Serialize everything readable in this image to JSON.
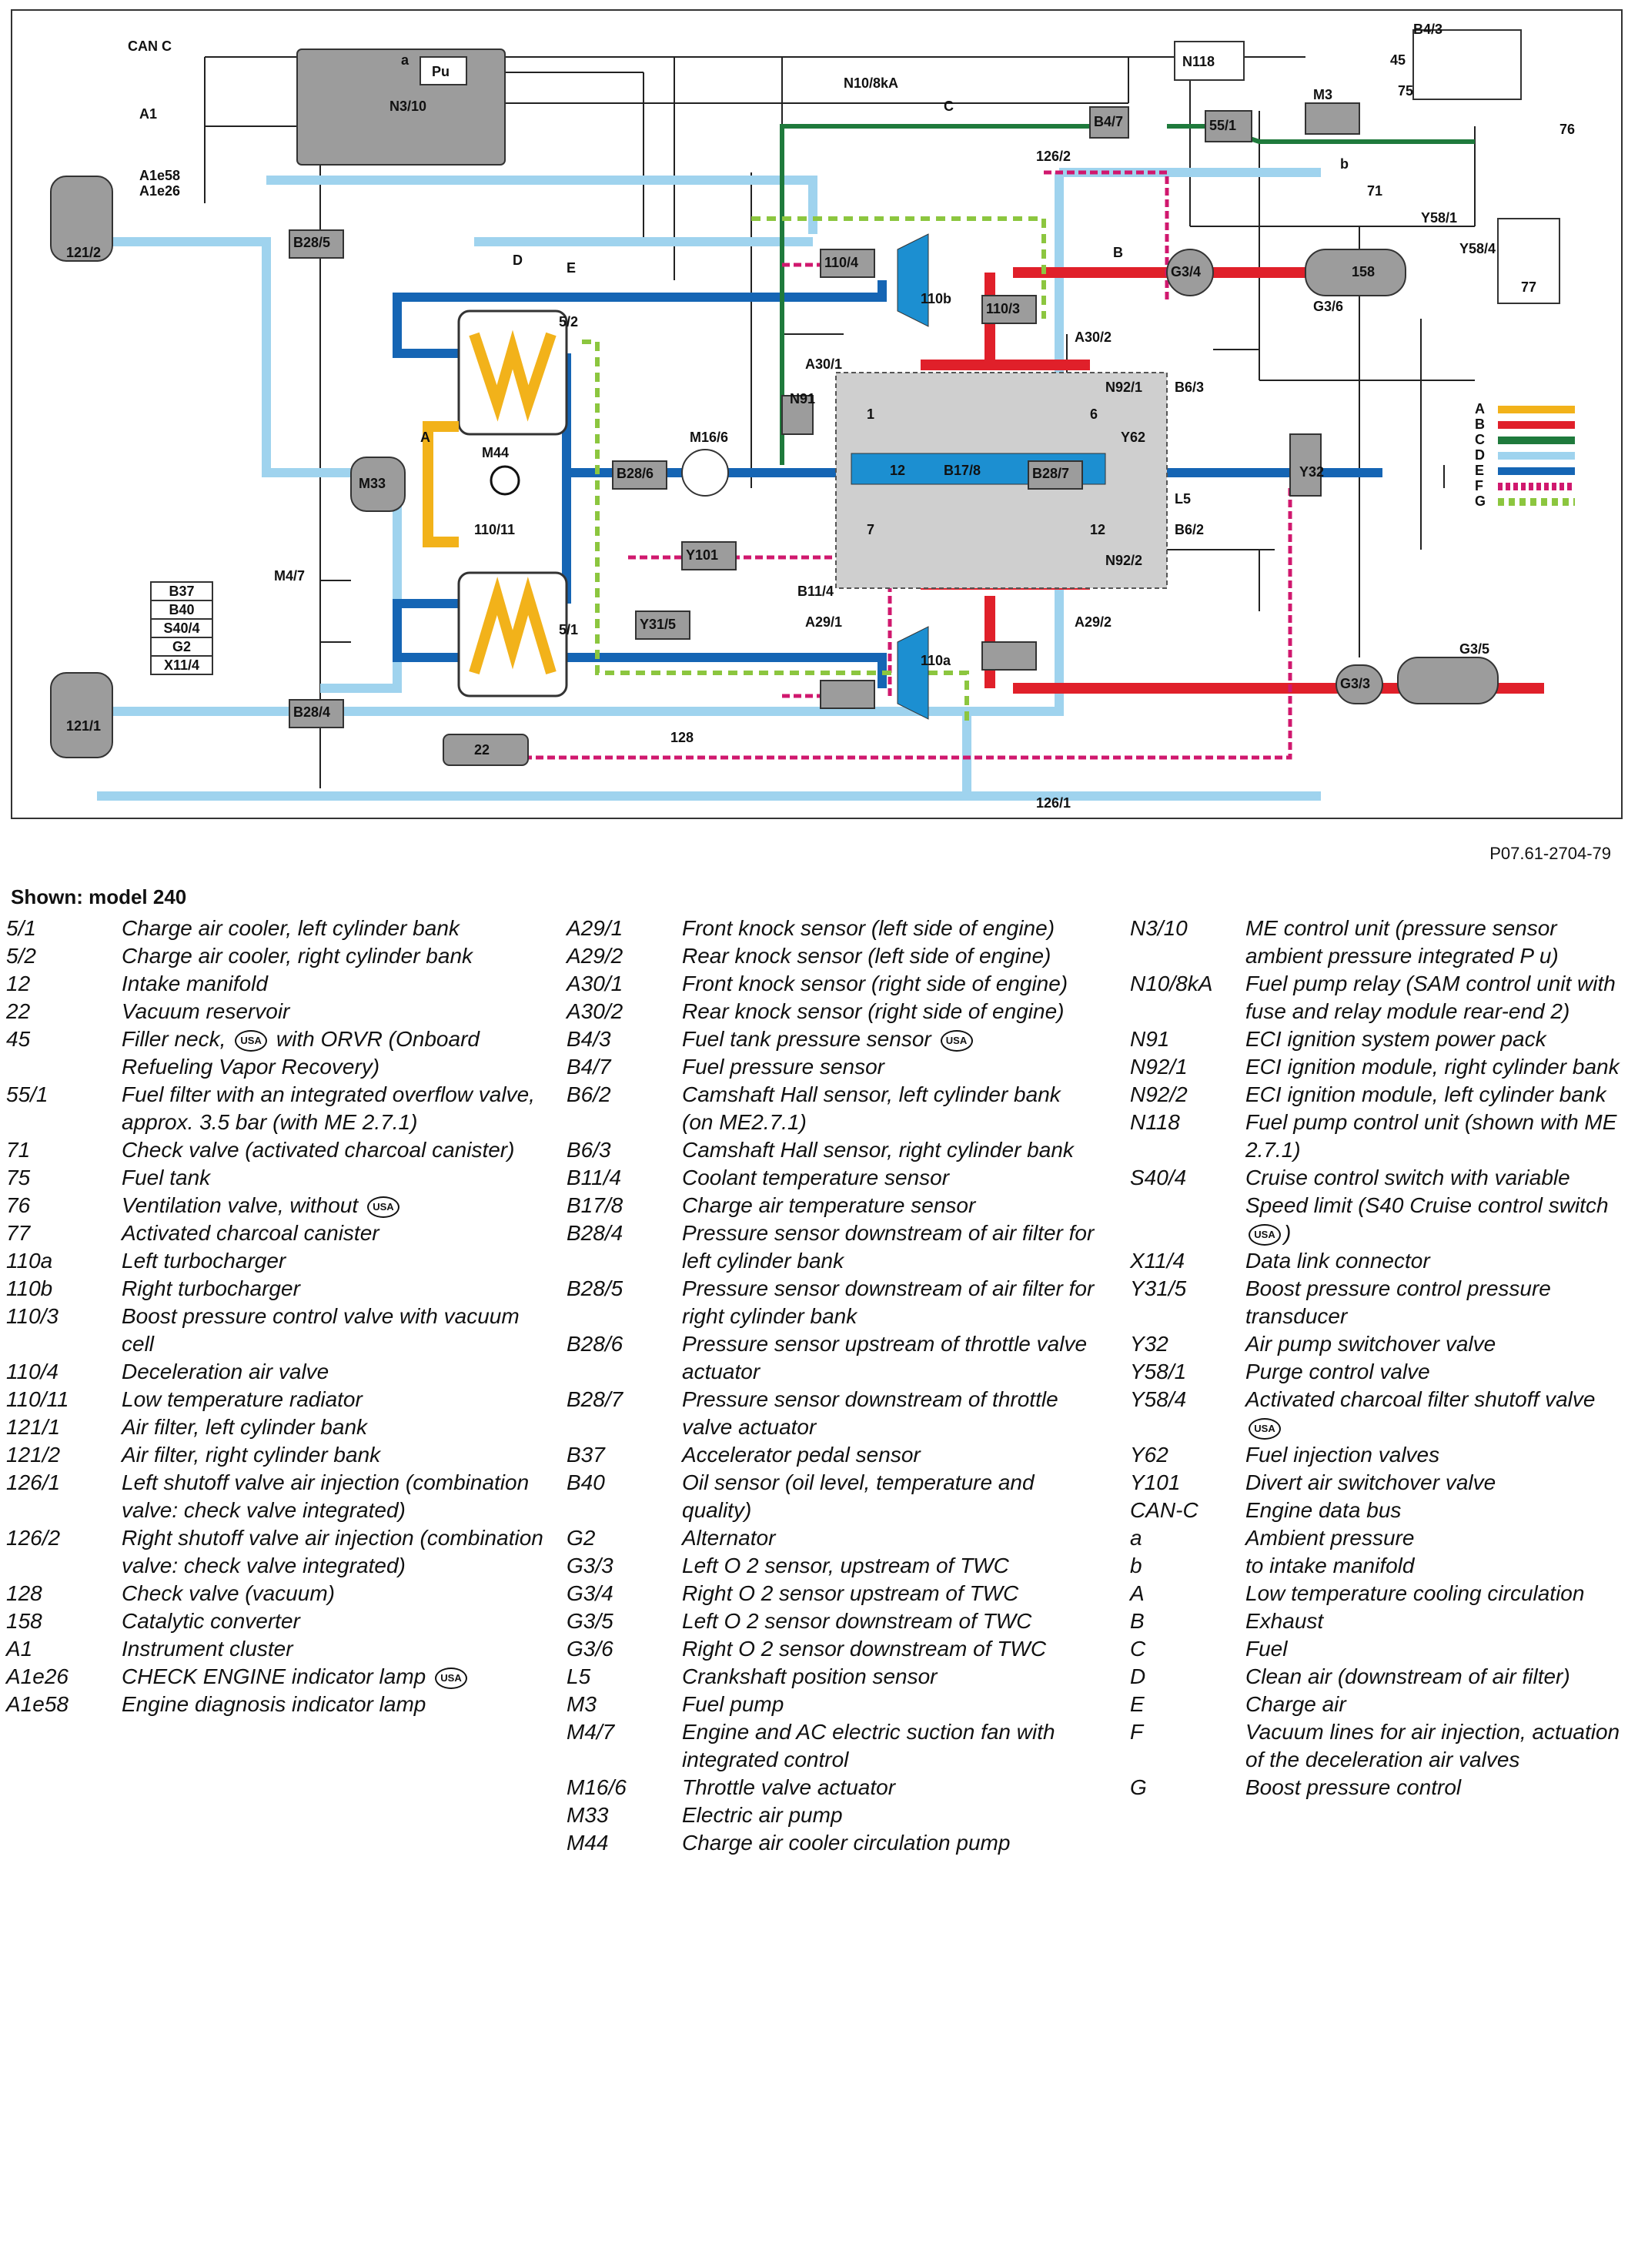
{
  "diagram": {
    "ref_code": "P07.61-2704-79",
    "legend_key": [
      {
        "letter": "A",
        "color": "#f2b21a",
        "dash": "none"
      },
      {
        "letter": "B",
        "color": "#e0202a",
        "dash": "none"
      },
      {
        "letter": "C",
        "color": "#1f7a3c",
        "dash": "none"
      },
      {
        "letter": "D",
        "color": "#9fd3ee",
        "dash": "none"
      },
      {
        "letter": "E",
        "color": "#1565b4",
        "dash": "none"
      },
      {
        "letter": "F",
        "color": "#d0186e",
        "dash": "6 4"
      },
      {
        "letter": "G",
        "color": "#8cc63f",
        "dash": "8 6"
      }
    ],
    "labels": {
      "can_c": "CAN C",
      "a1": "A1",
      "a1e58": "A1e58",
      "a1e26": "A1e26",
      "n3_10": "N3/10",
      "pu": "Pu",
      "a_small": "a",
      "b_small": "b",
      "n10_8ka": "N10/8kA",
      "n118": "N118",
      "b4_3": "B4/3",
      "n45": "45",
      "n75": "75",
      "n76": "76",
      "m3": "M3",
      "b4_7": "B4/7",
      "f55_1": "55/1",
      "c_flow": "C",
      "v126_2": "126/2",
      "v126_1": "126/1",
      "n71": "71",
      "y58_1": "Y58/1",
      "y58_4": "Y58/4",
      "n77": "77",
      "r121_2": "121/2",
      "r121_1": "121/1",
      "b28_5": "B28/5",
      "b28_4": "B28/4",
      "b28_6": "B28/6",
      "b28_7": "B28/7",
      "d_flow": "D",
      "e_flow": "E",
      "b_flow": "B",
      "a_flow": "A",
      "v110_4": "110/4",
      "t110b": "110b",
      "t110a": "110a",
      "v110_3": "110/3",
      "g3_4": "G3/4",
      "g3_3": "G3/3",
      "g3_6": "G3/6",
      "g3_5": "G3/5",
      "c158": "158",
      "a30_1": "A30/1",
      "a30_2": "A30/2",
      "a29_1": "A29/1",
      "a29_2": "A29/2",
      "n91": "N91",
      "n92_1": "N92/1",
      "n92_2": "N92/2",
      "b6_3": "B6/3",
      "b6_2": "B6/2",
      "y62": "Y62",
      "l5": "L5",
      "b17_8": "B17/8",
      "m12": "12",
      "b11_4": "B11/4",
      "c5_2": "5/2",
      "c5_1": "5/1",
      "m44": "M44",
      "r110_11": "110/11",
      "m16_6": "M16/6",
      "y101": "Y101",
      "y31_5": "Y31/5",
      "y32": "Y32",
      "m33": "M33",
      "m4_7": "M4/7",
      "n22": "22",
      "n128": "128",
      "cyl1": "1",
      "cyl6": "6",
      "cyl7": "7",
      "cyl12": "12"
    },
    "switch_stack": [
      "B37",
      "B40",
      "S40/4",
      "G2",
      "X11/4"
    ]
  },
  "page": {
    "model_title": "Shown: model 240"
  },
  "legend": {
    "col1": [
      {
        "code": "5/1",
        "desc": "Charge air cooler, left cylinder bank"
      },
      {
        "code": "5/2",
        "desc": "Charge air cooler, right cylinder bank"
      },
      {
        "code": "12",
        "desc": "Intake manifold"
      },
      {
        "code": "22",
        "desc": "Vacuum reservoir"
      },
      {
        "code": "45",
        "desc": "Filler neck, ",
        "usa": "USA",
        "desc2": " with ORVR (Onboard Refueling Vapor Recovery)"
      },
      {
        "code": "55/1",
        "desc": "Fuel filter with an integrated overflow valve, approx. 3.5 bar (with ME 2.7.1)"
      },
      {
        "code": "71",
        "desc": "Check valve (activated charcoal canister)"
      },
      {
        "code": "75",
        "desc": "Fuel tank"
      },
      {
        "code": "76",
        "desc": "Ventilation valve, without ",
        "usa": "USA",
        "desc2": ""
      },
      {
        "code": "77",
        "desc": "Activated charcoal canister"
      },
      {
        "code": "110a",
        "desc": "Left turbocharger"
      },
      {
        "code": "110b",
        "desc": "Right turbocharger"
      },
      {
        "code": "110/3",
        "desc": "Boost pressure control valve with vacuum cell"
      },
      {
        "code": "110/4",
        "desc": "Deceleration air valve"
      },
      {
        "code": "110/11",
        "desc": "Low temperature radiator"
      },
      {
        "code": "121/1",
        "desc": "Air filter, left cylinder bank"
      },
      {
        "code": "121/2",
        "desc": "Air filter, right cylinder bank"
      },
      {
        "code": "126/1",
        "desc": "Left shutoff valve air injection (combination valve: check valve integrated)"
      },
      {
        "code": "126/2",
        "desc": "Right shutoff valve air injection (combination valve: check valve integrated)"
      },
      {
        "code": "128",
        "desc": "Check valve (vacuum)"
      },
      {
        "code": "158",
        "desc": "Catalytic converter"
      },
      {
        "code": "A1",
        "desc": "Instrument cluster"
      },
      {
        "code": "A1e26",
        "desc": "CHECK ENGINE indicator lamp ",
        "usa": "USA",
        "desc2": ""
      },
      {
        "code": "A1e58",
        "desc": "Engine diagnosis indicator lamp"
      }
    ],
    "col2": [
      {
        "code": "A29/1",
        "desc": "Front knock sensor (left side of engine)"
      },
      {
        "code": "A29/2",
        "desc": "Rear knock sensor (left side of engine)"
      },
      {
        "code": "A30/1",
        "desc": "Front knock sensor (right side of engine)"
      },
      {
        "code": "A30/2",
        "desc": "Rear knock sensor (right side of engine)"
      },
      {
        "code": "B4/3",
        "desc": "Fuel tank pressure sensor ",
        "usa": "USA",
        "desc2": ""
      },
      {
        "code": "B4/7",
        "desc": "Fuel pressure sensor"
      },
      {
        "code": "B6/2",
        "desc": "Camshaft Hall sensor, left cylinder bank (on ME2.7.1)"
      },
      {
        "code": "B6/3",
        "desc": "Camshaft Hall sensor, right cylinder bank"
      },
      {
        "code": "B11/4",
        "desc": "Coolant temperature sensor"
      },
      {
        "code": "B17/8",
        "desc": "Charge air temperature sensor"
      },
      {
        "code": "B28/4",
        "desc": "Pressure sensor downstream of air filter for left cylinder bank"
      },
      {
        "code": "B28/5",
        "desc": "Pressure sensor downstream of air filter for right cylinder bank"
      },
      {
        "code": "B28/6",
        "desc": "Pressure sensor upstream of throttle valve actuator"
      },
      {
        "code": "B28/7",
        "desc": "Pressure sensor downstream of throttle valve actuator"
      },
      {
        "code": "B37",
        "desc": "Accelerator pedal sensor"
      },
      {
        "code": "B40",
        "desc": "Oil sensor (oil level, temperature and quality)"
      },
      {
        "code": "G2",
        "desc": "Alternator"
      },
      {
        "code": "G3/3",
        "desc": "Left O 2 sensor, upstream of TWC"
      },
      {
        "code": "G3/4",
        "desc": "Right O 2 sensor upstream of TWC"
      },
      {
        "code": "G3/5",
        "desc": "Left O 2 sensor downstream of TWC"
      },
      {
        "code": "G3/6",
        "desc": "Right O 2 sensor downstream of TWC"
      },
      {
        "code": "L5",
        "desc": "Crankshaft position sensor"
      },
      {
        "code": "M3",
        "desc": "Fuel pump"
      },
      {
        "code": "M4/7",
        "desc": "Engine and AC electric suction fan with integrated control"
      },
      {
        "code": "M16/6",
        "desc": "Throttle valve actuator"
      },
      {
        "code": "M33",
        "desc": "Electric air pump"
      },
      {
        "code": "M44",
        "desc": "Charge air cooler circulation pump"
      }
    ],
    "col3": [
      {
        "code": "N3/10",
        "desc": "ME control unit (pressure sensor ambient pressure integrated P u)"
      },
      {
        "code": "N10/8kA",
        "desc": "Fuel pump relay (SAM control unit with fuse and relay module rear-end 2)"
      },
      {
        "code": "N91",
        "desc": "ECI ignition system power pack"
      },
      {
        "code": "N92/1",
        "desc": "ECI ignition module, right cylinder bank"
      },
      {
        "code": "N92/2",
        "desc": "ECI ignition module, left cylinder bank"
      },
      {
        "code": "N118",
        "desc": "Fuel pump control unit (shown with ME 2.7.1)"
      },
      {
        "code": "S40/4",
        "desc": "Cruise control switch with variable Speed limit (S40 Cruise control switch ",
        "usa": "USA",
        "desc2": ")"
      },
      {
        "code": "X11/4",
        "desc": "Data link connector"
      },
      {
        "code": "Y31/5",
        "desc": "Boost pressure control pressure transducer"
      },
      {
        "code": "Y32",
        "desc": "Air pump switchover valve"
      },
      {
        "code": "Y58/1",
        "desc": "Purge control valve"
      },
      {
        "code": "Y58/4",
        "desc": "Activated charcoal filter shutoff valve ",
        "usa": "USA",
        "desc2": ""
      },
      {
        "code": "Y62",
        "desc": "Fuel injection valves"
      },
      {
        "code": "Y101",
        "desc": "Divert air switchover valve"
      },
      {
        "code": "CAN-C",
        "desc": "Engine data bus"
      },
      {
        "code": "a",
        "desc": "Ambient pressure"
      },
      {
        "code": "b",
        "desc": "to intake manifold"
      },
      {
        "code": "A",
        "desc": "Low temperature cooling circulation"
      },
      {
        "code": "B",
        "desc": "Exhaust"
      },
      {
        "code": "C",
        "desc": "Fuel"
      },
      {
        "code": "D",
        "desc": "Clean air (downstream of air filter)"
      },
      {
        "code": "E",
        "desc": "Charge air"
      },
      {
        "code": "F",
        "desc": "Vacuum lines for air injection, actuation of the deceleration air valves"
      },
      {
        "code": "G",
        "desc": "Boost pressure control"
      }
    ]
  }
}
